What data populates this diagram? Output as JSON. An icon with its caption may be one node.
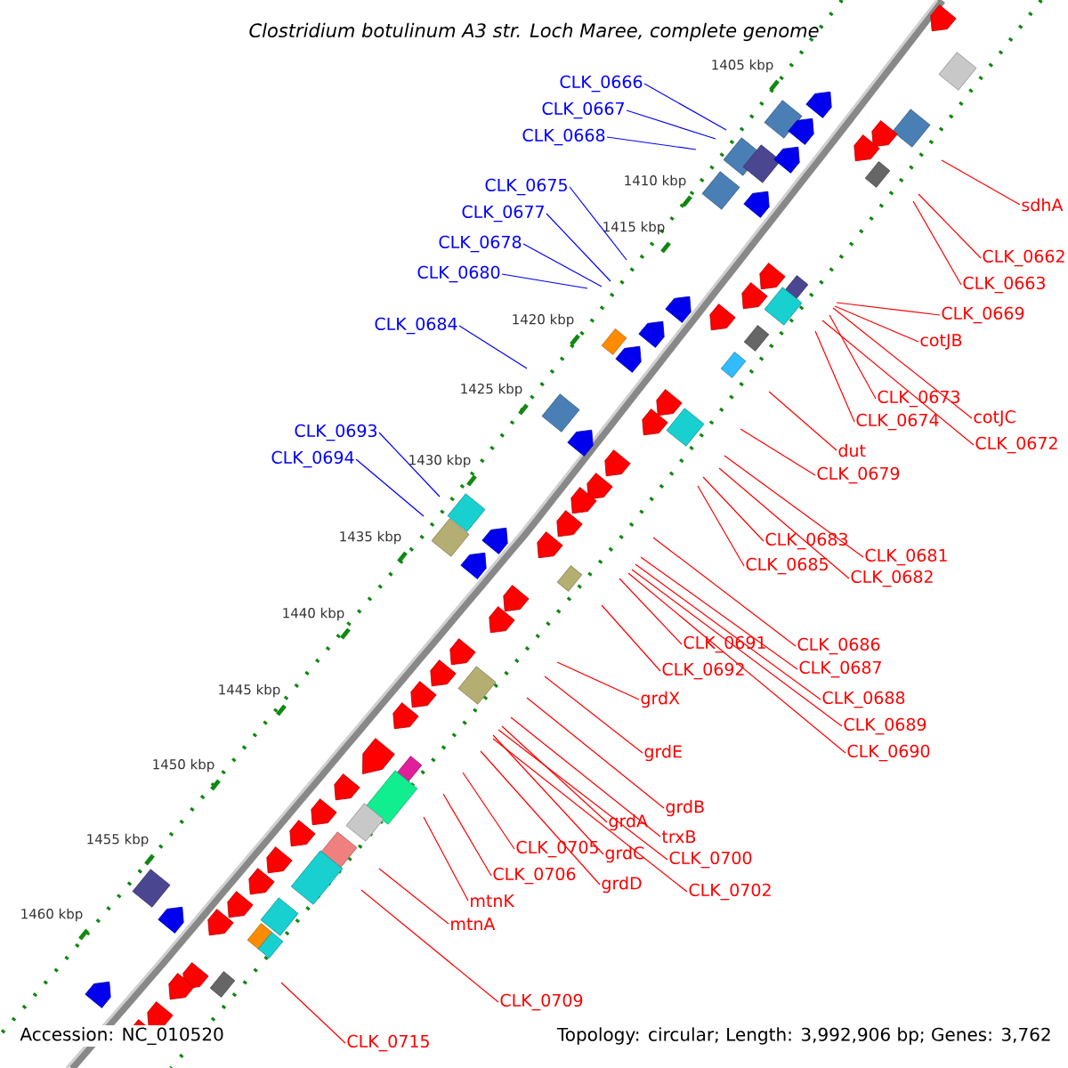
{
  "diagram": {
    "title": "Clostridium botulinum A3 str. Loch Maree, complete genome",
    "nodes": [
      {
        "text": [
          "CLK_0666"
        ]
      },
      {
        "text": [
          "CLK_0667"
        ]
      },
      {
        "text": [
          "CLK_0668"
        ]
      },
      {
        "text": [
          "CLK_0675"
        ]
      },
      {
        "text": [
          "CLK_0677"
        ]
      },
      {
        "text": [
          "CLK_0678"
        ]
      },
      {
        "text": [
          "CLK_0680"
        ]
      },
      {
        "text": [
          "CLK_0684"
        ]
      },
      {
        "text": [
          "CLK_0693"
        ]
      },
      {
        "text": [
          "CLK_0694"
        ]
      },
      {
        "text": [
          "sdhA"
        ]
      },
      {
        "text": [
          "CLK_0662"
        ]
      },
      {
        "text": [
          "CLK_0663"
        ]
      },
      {
        "text": [
          "CLK_0669"
        ]
      },
      {
        "text": [
          "cotJB"
        ]
      },
      {
        "text": [
          "CLK_0673"
        ]
      },
      {
        "text": [
          "CLK_0674"
        ]
      },
      {
        "text": [
          "cotJC"
        ]
      },
      {
        "text": [
          "CLK_0672"
        ]
      },
      {
        "text": [
          "dut"
        ]
      },
      {
        "text": [
          "CLK_0679"
        ]
      },
      {
        "text": [
          "CLK_0683"
        ]
      },
      {
        "text": [
          "CLK_0681"
        ]
      },
      {
        "text": [
          "CLK_0685"
        ]
      },
      {
        "text": [
          "CLK_0682"
        ]
      },
      {
        "text": [
          "CLK_0691"
        ]
      },
      {
        "text": [
          "CLK_0686"
        ]
      },
      {
        "text": [
          "CLK_0692"
        ]
      },
      {
        "text": [
          "CLK_0687"
        ]
      },
      {
        "text": [
          "grdX"
        ]
      },
      {
        "text": [
          "CLK_0688"
        ]
      },
      {
        "text": [
          "CLK_0689"
        ]
      },
      {
        "text": [
          "grdE"
        ]
      },
      {
        "text": [
          "CLK_0690"
        ]
      },
      {
        "text": [
          "grdB"
        ]
      },
      {
        "text": [
          "grdA"
        ]
      },
      {
        "text": [
          "trxB"
        ]
      },
      {
        "text": [
          "CLK_0705"
        ]
      },
      {
        "text": [
          "grdC"
        ]
      },
      {
        "text": [
          "CLK_0700"
        ]
      },
      {
        "text": [
          "CLK_0706"
        ]
      },
      {
        "text": [
          "grdD"
        ]
      },
      {
        "text": [
          "CLK_0702"
        ]
      },
      {
        "text": [
          "mtnK"
        ]
      },
      {
        "text": [
          "mtnA"
        ]
      },
      {
        "text": [
          "CLK_0709"
        ]
      },
      {
        "text": [
          "CLK_0715"
        ]
      }
    ],
    "edges": [
      {
        "from": 0,
        "to": null,
        "arrow": "none",
        "color": "#0000ff"
      },
      {
        "from": 1,
        "to": null,
        "arrow": "none",
        "color": "#0000ff"
      },
      {
        "from": 2,
        "to": null,
        "arrow": "none",
        "color": "#0000ff"
      },
      {
        "from": 3,
        "to": null,
        "arrow": "none",
        "color": "#0000ff"
      },
      {
        "from": 4,
        "to": null,
        "arrow": "none",
        "color": "#0000ff"
      },
      {
        "from": 5,
        "to": null,
        "arrow": "none",
        "color": "#0000ff"
      },
      {
        "from": 6,
        "to": null,
        "arrow": "none",
        "color": "#0000ff"
      },
      {
        "from": 7,
        "to": null,
        "arrow": "none",
        "color": "#0000ff"
      },
      {
        "from": 8,
        "to": null,
        "arrow": "none",
        "color": "#0000ff"
      },
      {
        "from": 9,
        "to": null,
        "arrow": "none",
        "color": "#0000ff"
      },
      {
        "from": 10,
        "to": null,
        "arrow": "none"
      },
      {
        "from": 11,
        "to": null,
        "arrow": "none"
      },
      {
        "from": 12,
        "to": null,
        "arrow": "none"
      },
      {
        "from": 13,
        "to": null,
        "arrow": "none"
      },
      {
        "from": 14,
        "to": null,
        "arrow": "none"
      },
      {
        "from": 15,
        "to": null,
        "arrow": "none"
      },
      {
        "from": 16,
        "to": null,
        "arrow": "none"
      },
      {
        "from": 17,
        "to": null,
        "arrow": "none"
      },
      {
        "from": 18,
        "to": null,
        "arrow": "none"
      },
      {
        "from": 19,
        "to": null,
        "arrow": "none"
      },
      {
        "from": 20,
        "to": null,
        "arrow": "none"
      },
      {
        "from": 21,
        "to": null,
        "arrow": "none"
      },
      {
        "from": 22,
        "to": null,
        "arrow": "none"
      },
      {
        "from": 23,
        "to": null,
        "arrow": "none"
      },
      {
        "from": 24,
        "to": null,
        "arrow": "none"
      },
      {
        "from": 25,
        "to": null,
        "arrow": "none"
      },
      {
        "from": 26,
        "to": null,
        "arrow": "none"
      },
      {
        "from": 27,
        "to": null,
        "arrow": "none"
      },
      {
        "from": 28,
        "to": null,
        "arrow": "none"
      },
      {
        "from": 29,
        "to": null,
        "arrow": "none"
      },
      {
        "from": 30,
        "to": null,
        "arrow": "none"
      },
      {
        "from": 31,
        "to": null,
        "arrow": "none"
      },
      {
        "from": 32,
        "to": null,
        "arrow": "none"
      },
      {
        "from": 33,
        "to": null,
        "arrow": "none"
      },
      {
        "from": 34,
        "to": null,
        "arrow": "none"
      },
      {
        "from": 35,
        "to": null,
        "arrow": "none"
      },
      {
        "from": 36,
        "to": null,
        "arrow": "none"
      },
      {
        "from": 37,
        "to": null,
        "arrow": "none"
      },
      {
        "from": 38,
        "to": null,
        "arrow": "none"
      },
      {
        "from": 39,
        "to": null,
        "arrow": "none"
      },
      {
        "from": 40,
        "to": null,
        "arrow": "none"
      },
      {
        "from": 41,
        "to": null,
        "arrow": "none"
      },
      {
        "from": 42,
        "to": null,
        "arrow": "none"
      },
      {
        "from": 43,
        "to": null,
        "arrow": "none"
      },
      {
        "from": 44,
        "to": null,
        "arrow": "none"
      },
      {
        "from": 45,
        "to": null,
        "arrow": "none"
      },
      {
        "from": 46,
        "to": null,
        "arrow": "none"
      }
    ],
    "labels": [
      "1405 kbp",
      "1410 kbp",
      "1415 kbp",
      "1420 kbp",
      "1425 kbp",
      "1430 kbp",
      "1435 kbp",
      "1440 kbp",
      "1445 kbp",
      "1450 kbp",
      "1455 kbp",
      "1460 kbp",
      "Accession: NC_010520",
      "Topology: circular; Length: 3,992,906 bp; Genes: 3,762"
    ]
  }
}
